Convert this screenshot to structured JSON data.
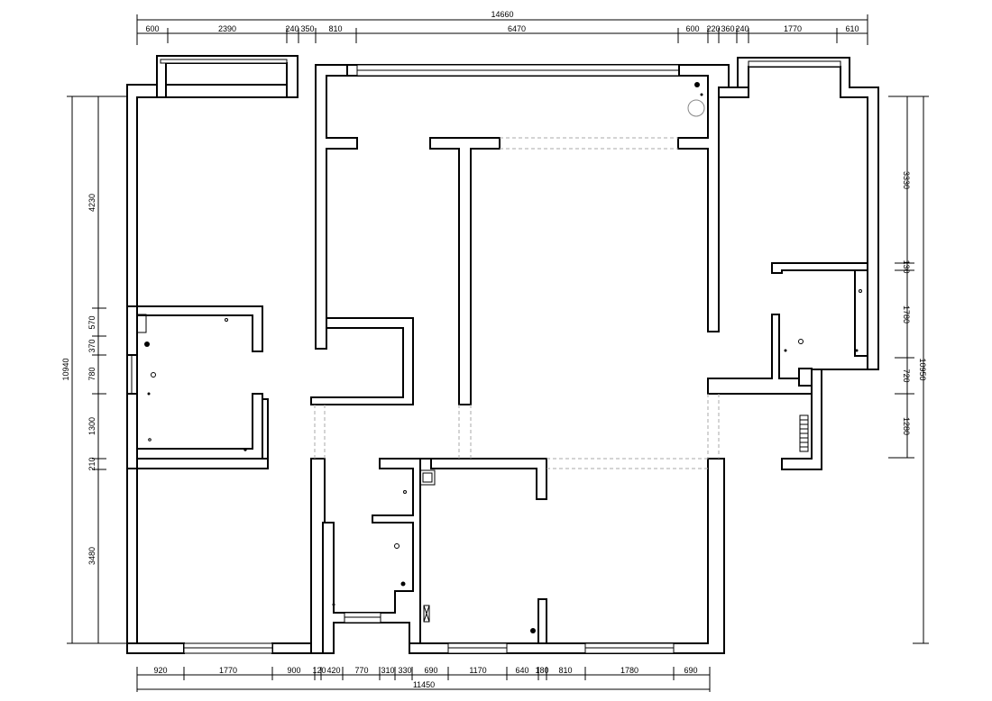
{
  "top_dims": {
    "overall": "14660",
    "segments": [
      "600",
      "2390",
      "240",
      "350",
      "810",
      "6470",
      "600",
      "220",
      "360",
      "240",
      "1770",
      "610"
    ]
  },
  "bottom_dims": {
    "overall": "11450",
    "segments": [
      "920",
      "1770",
      "900",
      "120",
      "420",
      "770",
      "310",
      "330",
      "690",
      "1170",
      "640",
      "180",
      "810",
      "1780",
      "690"
    ]
  },
  "left_dims": {
    "overall": "10940",
    "segments": [
      "4230",
      "570",
      "370",
      "780",
      "1300",
      "210",
      "3480"
    ]
  },
  "right_dims": {
    "overall": "10950",
    "segments": [
      "3330",
      "130",
      "1780",
      "720",
      "1280"
    ]
  }
}
